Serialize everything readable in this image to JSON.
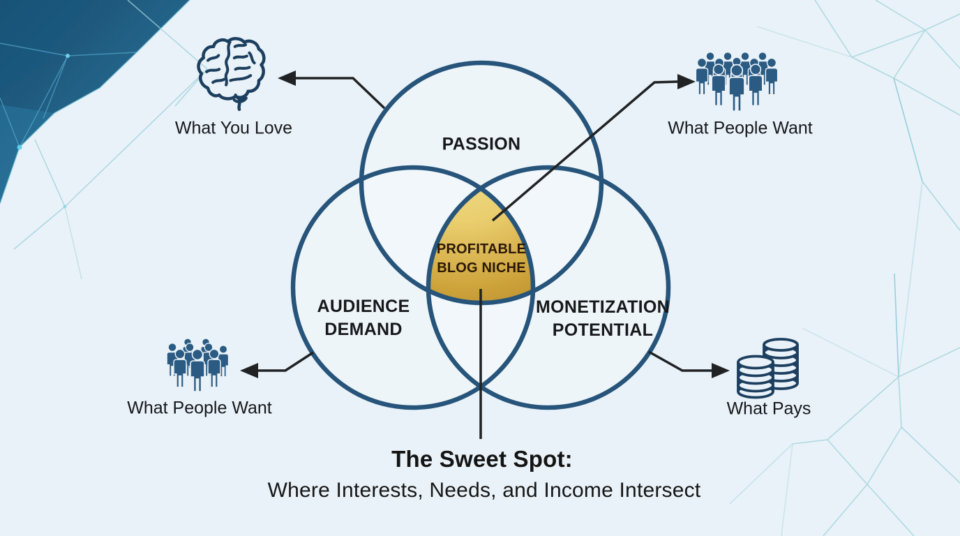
{
  "venn": {
    "top_circle_label": "PASSION",
    "left_circle_label_lines": [
      "AUDIENCE",
      "DEMAND"
    ],
    "right_circle_label_lines": [
      "MONETIZATION",
      "POTENTIAL"
    ],
    "center_label_lines": [
      "PROFITABLE",
      "BLOG NICHE"
    ]
  },
  "callouts": {
    "top_left": {
      "icon": "brain-icon",
      "caption": "What You Love"
    },
    "top_right": {
      "icon": "crowd-icon",
      "caption": "What People Want"
    },
    "bottom_left": {
      "icon": "crowd-icon",
      "caption": "What People Want"
    },
    "bottom_right": {
      "icon": "coins-icon",
      "caption": "What Pays"
    }
  },
  "footer": {
    "title": "The Sweet Spot:",
    "subtitle": "Where Interests, Needs, and Income Intersect"
  },
  "colors": {
    "background": "#e9f2f8",
    "circle_stroke": "#27547a",
    "icon_navy": "#2b5b82",
    "icon_outline": "#1d3f5f",
    "arrow": "#202224",
    "gold_light": "#f4e193",
    "gold_mid": "#e3c35c",
    "gold_dark": "#b4882a",
    "niche_text": "#2b1804",
    "corner_dark": "#174a6b",
    "mesh_light": "#a9d6de"
  }
}
